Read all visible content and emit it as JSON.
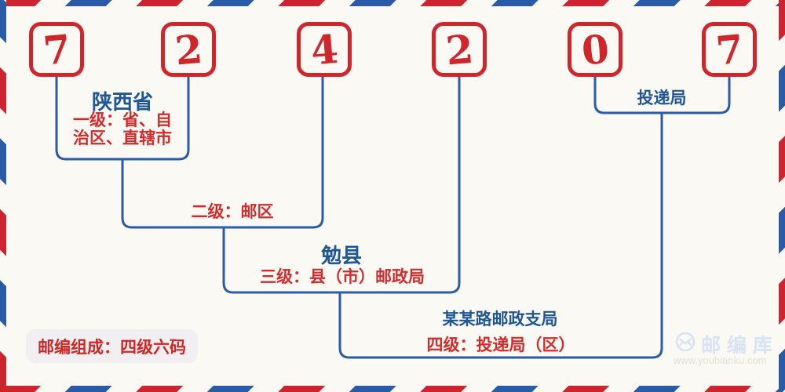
{
  "postal_code": {
    "value": "724207",
    "digits": [
      "7",
      "2",
      "4",
      "2",
      "0",
      "7"
    ]
  },
  "levels": {
    "level1": {
      "name": "陕西省",
      "desc_line1": "一级：省、自",
      "desc_line2": "治区、直辖市"
    },
    "level2": {
      "desc": "二级：邮区"
    },
    "level3": {
      "name": "勉县",
      "desc": "三级：县（市）邮政局"
    },
    "level4": {
      "name": "某某路邮政支局",
      "desc": "四级：投递局（区）"
    },
    "delivery": {
      "name": "投递局"
    }
  },
  "footer": {
    "composition_note": "邮编组成：四级六码"
  },
  "watermark": {
    "icon": "envelope-circle-icon",
    "brand": "邮编库",
    "url": "www.youbianku.com"
  },
  "colors": {
    "stripe_red": "#ce2430",
    "stripe_blue": "#2a5ba6",
    "digit_red": "#d1252c",
    "line_blue": "#2b5ca8",
    "text_blue": "#1f5795",
    "text_red": "#d22b2b",
    "watermark_blue": "#d8e2f2",
    "background": "#fbf9f4"
  }
}
